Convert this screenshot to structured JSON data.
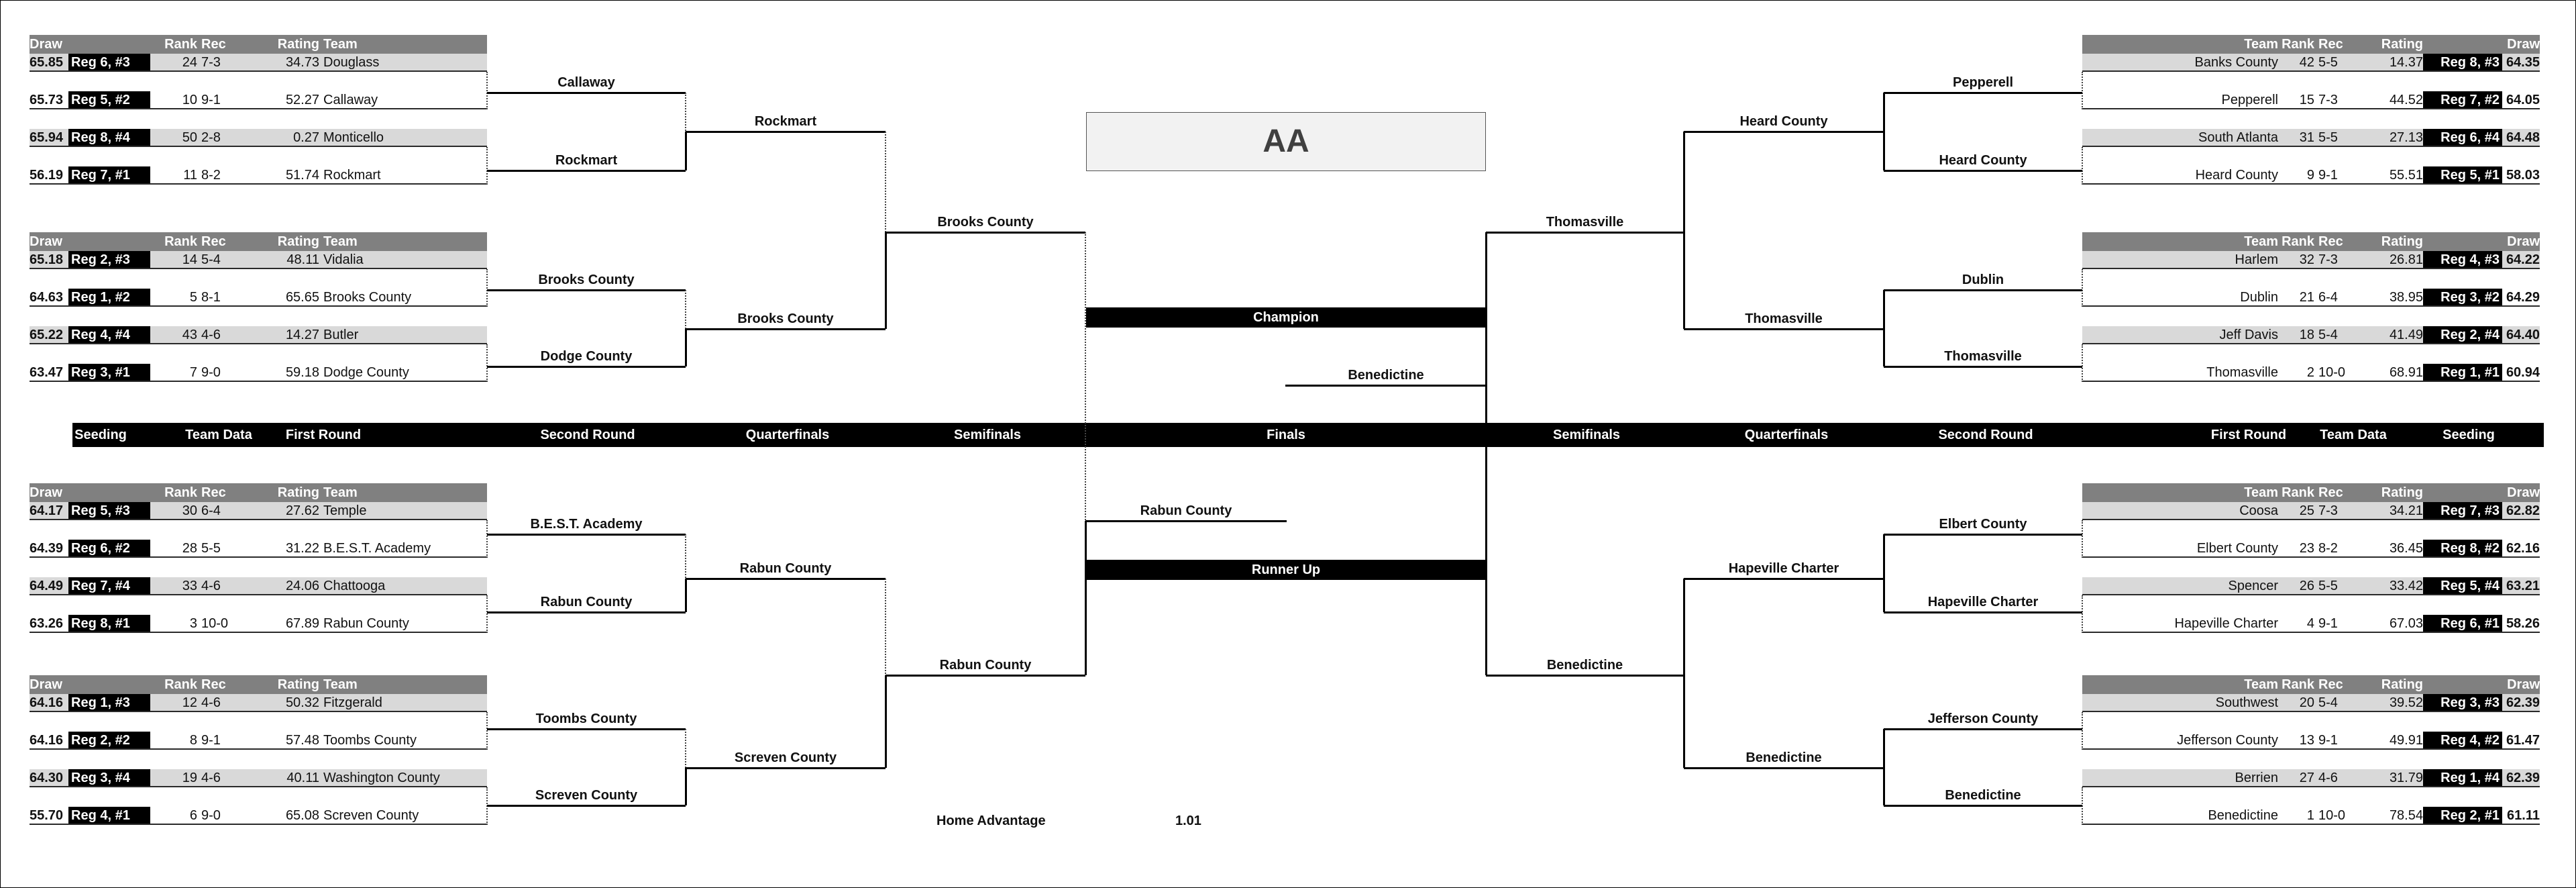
{
  "title": "AA",
  "champion_label": "Champion",
  "runner_up_label": "Runner Up",
  "champion": "Benedictine",
  "runner_up": "Rabun County",
  "header": {
    "draw": "Draw",
    "rank": "Rank",
    "rec": "Rec",
    "rating": "Rating",
    "team": "Team"
  },
  "round_labels": [
    "Seeding",
    "Team Data",
    "First Round",
    "Second Round",
    "Quarterfinals",
    "Semifinals",
    "Finals",
    "Semifinals",
    "Quarterfinals",
    "Second Round",
    "First Round",
    "Team Data",
    "Seeding"
  ],
  "home_advantage": {
    "label": "Home Advantage",
    "value": "1.01"
  },
  "regions": [
    {
      "side": "left",
      "teams": [
        {
          "draw": "65.85",
          "seed": "Reg 6, #3",
          "rank": "24",
          "rec": "7-3",
          "rating": "34.73",
          "team": "Douglass"
        },
        {
          "draw": "65.73",
          "seed": "Reg 5, #2",
          "rank": "10",
          "rec": "9-1",
          "rating": "52.27",
          "team": "Callaway"
        },
        {
          "draw": "65.94",
          "seed": "Reg 8, #4",
          "rank": "50",
          "rec": "2-8",
          "rating": "0.27",
          "team": "Monticello"
        },
        {
          "draw": "56.19",
          "seed": "Reg 7, #1",
          "rank": "11",
          "rec": "8-2",
          "rating": "51.74",
          "team": "Rockmart"
        }
      ]
    },
    {
      "side": "left",
      "teams": [
        {
          "draw": "65.18",
          "seed": "Reg 2, #3",
          "rank": "14",
          "rec": "5-4",
          "rating": "48.11",
          "team": "Vidalia"
        },
        {
          "draw": "64.63",
          "seed": "Reg 1, #2",
          "rank": "5",
          "rec": "8-1",
          "rating": "65.65",
          "team": "Brooks County"
        },
        {
          "draw": "65.22",
          "seed": "Reg 4, #4",
          "rank": "43",
          "rec": "4-6",
          "rating": "14.27",
          "team": "Butler"
        },
        {
          "draw": "63.47",
          "seed": "Reg 3, #1",
          "rank": "7",
          "rec": "9-0",
          "rating": "59.18",
          "team": "Dodge County"
        }
      ]
    },
    {
      "side": "left",
      "teams": [
        {
          "draw": "64.17",
          "seed": "Reg 5, #3",
          "rank": "30",
          "rec": "6-4",
          "rating": "27.62",
          "team": "Temple"
        },
        {
          "draw": "64.39",
          "seed": "Reg 6, #2",
          "rank": "28",
          "rec": "5-5",
          "rating": "31.22",
          "team": "B.E.S.T. Academy"
        },
        {
          "draw": "64.49",
          "seed": "Reg 7, #4",
          "rank": "33",
          "rec": "4-6",
          "rating": "24.06",
          "team": "Chattooga"
        },
        {
          "draw": "63.26",
          "seed": "Reg 8, #1",
          "rank": "3",
          "rec": "10-0",
          "rating": "67.89",
          "team": "Rabun County"
        }
      ]
    },
    {
      "side": "left",
      "teams": [
        {
          "draw": "64.16",
          "seed": "Reg 1, #3",
          "rank": "12",
          "rec": "4-6",
          "rating": "50.32",
          "team": "Fitzgerald"
        },
        {
          "draw": "64.16",
          "seed": "Reg 2, #2",
          "rank": "8",
          "rec": "9-1",
          "rating": "57.48",
          "team": "Toombs County"
        },
        {
          "draw": "64.30",
          "seed": "Reg 3, #4",
          "rank": "19",
          "rec": "4-6",
          "rating": "40.11",
          "team": "Washington County"
        },
        {
          "draw": "55.70",
          "seed": "Reg 4, #1",
          "rank": "6",
          "rec": "9-0",
          "rating": "65.08",
          "team": "Screven County"
        }
      ]
    },
    {
      "side": "right",
      "teams": [
        {
          "draw": "64.35",
          "seed": "Reg 8, #3",
          "rank": "42",
          "rec": "5-5",
          "rating": "14.37",
          "team": "Banks County"
        },
        {
          "draw": "64.05",
          "seed": "Reg 7, #2",
          "rank": "15",
          "rec": "7-3",
          "rating": "44.52",
          "team": "Pepperell"
        },
        {
          "draw": "64.48",
          "seed": "Reg 6, #4",
          "rank": "31",
          "rec": "5-5",
          "rating": "27.13",
          "team": "South Atlanta"
        },
        {
          "draw": "58.03",
          "seed": "Reg 5, #1",
          "rank": "9",
          "rec": "9-1",
          "rating": "55.51",
          "team": "Heard County"
        }
      ]
    },
    {
      "side": "right",
      "teams": [
        {
          "draw": "64.22",
          "seed": "Reg 4, #3",
          "rank": "32",
          "rec": "7-3",
          "rating": "26.81",
          "team": "Harlem"
        },
        {
          "draw": "64.29",
          "seed": "Reg 3, #2",
          "rank": "21",
          "rec": "6-4",
          "rating": "38.95",
          "team": "Dublin"
        },
        {
          "draw": "64.40",
          "seed": "Reg 2, #4",
          "rank": "18",
          "rec": "5-4",
          "rating": "41.49",
          "team": "Jeff Davis"
        },
        {
          "draw": "60.94",
          "seed": "Reg 1, #1",
          "rank": "2",
          "rec": "10-0",
          "rating": "68.91",
          "team": "Thomasville"
        }
      ]
    },
    {
      "side": "right",
      "teams": [
        {
          "draw": "62.82",
          "seed": "Reg 7, #3",
          "rank": "25",
          "rec": "7-3",
          "rating": "34.21",
          "team": "Coosa"
        },
        {
          "draw": "62.16",
          "seed": "Reg 8, #2",
          "rank": "23",
          "rec": "8-2",
          "rating": "36.45",
          "team": "Elbert County"
        },
        {
          "draw": "63.21",
          "seed": "Reg 5, #4",
          "rank": "26",
          "rec": "5-5",
          "rating": "33.42",
          "team": "Spencer"
        },
        {
          "draw": "58.26",
          "seed": "Reg 6, #1",
          "rank": "4",
          "rec": "9-1",
          "rating": "67.03",
          "team": "Hapeville Charter"
        }
      ]
    },
    {
      "side": "right",
      "teams": [
        {
          "draw": "62.39",
          "seed": "Reg 3, #3",
          "rank": "20",
          "rec": "5-4",
          "rating": "39.52",
          "team": "Southwest"
        },
        {
          "draw": "61.47",
          "seed": "Reg 4, #2",
          "rank": "13",
          "rec": "9-1",
          "rating": "49.91",
          "team": "Jefferson County"
        },
        {
          "draw": "62.39",
          "seed": "Reg 1, #4",
          "rank": "27",
          "rec": "4-6",
          "rating": "31.79",
          "team": "Berrien"
        },
        {
          "draw": "61.11",
          "seed": "Reg 2, #1",
          "rank": "1",
          "rec": "10-0",
          "rating": "78.54",
          "team": "Benedictine"
        }
      ]
    }
  ],
  "winners": {
    "left": {
      "second_round": [
        "Callaway",
        "Rockmart",
        "Brooks County",
        "Dodge County",
        "B.E.S.T. Academy",
        "Rabun County",
        "Toombs County",
        "Screven County"
      ],
      "quarterfinals": [
        "Rockmart",
        "Brooks County",
        "Rabun County",
        "Screven County"
      ],
      "semifinals": [
        "Brooks County",
        "Rabun County"
      ]
    },
    "right": {
      "second_round": [
        "Pepperell",
        "Heard County",
        "Dublin",
        "Thomasville",
        "Elbert County",
        "Hapeville Charter",
        "Jefferson County",
        "Benedictine"
      ],
      "quarterfinals": [
        "Heard County",
        "Thomasville",
        "Hapeville Charter",
        "Benedictine"
      ],
      "semifinals": [
        "Thomasville",
        "Benedictine"
      ]
    }
  }
}
